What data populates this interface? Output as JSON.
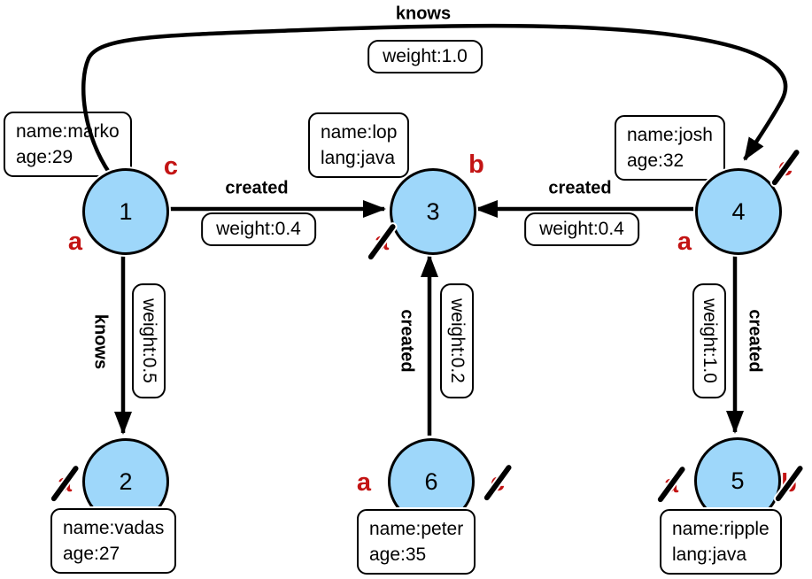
{
  "graph": {
    "nodes": [
      {
        "id": "1",
        "properties": [
          "name:marko",
          "age:29"
        ]
      },
      {
        "id": "2",
        "properties": [
          "name:vadas",
          "age:27"
        ]
      },
      {
        "id": "3",
        "properties": [
          "name:lop",
          "lang:java"
        ]
      },
      {
        "id": "4",
        "properties": [
          "name:josh",
          "age:32"
        ]
      },
      {
        "id": "5",
        "properties": [
          "name:ripple",
          "lang:java"
        ]
      },
      {
        "id": "6",
        "properties": [
          "name:peter",
          "age:35"
        ]
      }
    ],
    "edges": [
      {
        "from": "1",
        "to": "4",
        "label": "knows",
        "weight_label": "weight:1.0"
      },
      {
        "from": "1",
        "to": "3",
        "label": "created",
        "weight_label": "weight:0.4"
      },
      {
        "from": "4",
        "to": "3",
        "label": "created",
        "weight_label": "weight:0.4"
      },
      {
        "from": "1",
        "to": "2",
        "label": "knows",
        "weight_label": "weight:0.5"
      },
      {
        "from": "6",
        "to": "3",
        "label": "created",
        "weight_label": "weight:0.2"
      },
      {
        "from": "4",
        "to": "5",
        "label": "created",
        "weight_label": "weight:1.0"
      }
    ],
    "step_markers": [
      {
        "node": "1",
        "letter": "c",
        "struck": false
      },
      {
        "node": "1",
        "letter": "a",
        "struck": false
      },
      {
        "node": "3",
        "letter": "b",
        "struck": false
      },
      {
        "node": "3",
        "letter": "a",
        "struck": true
      },
      {
        "node": "4",
        "letter": "c",
        "struck": true
      },
      {
        "node": "4",
        "letter": "a",
        "struck": false
      },
      {
        "node": "2",
        "letter": "a",
        "struck": true
      },
      {
        "node": "6",
        "letter": "a",
        "struck": false
      },
      {
        "node": "6",
        "letter": "c",
        "struck": true
      },
      {
        "node": "5",
        "letter": "a",
        "struck": true
      },
      {
        "node": "5",
        "letter": "b",
        "struck": true
      }
    ],
    "colors": {
      "node_fill": "#9ed7fa",
      "node_border": "#000000",
      "edge": "#000000",
      "marker_red": "#c31414",
      "background": "#ffffff"
    }
  }
}
